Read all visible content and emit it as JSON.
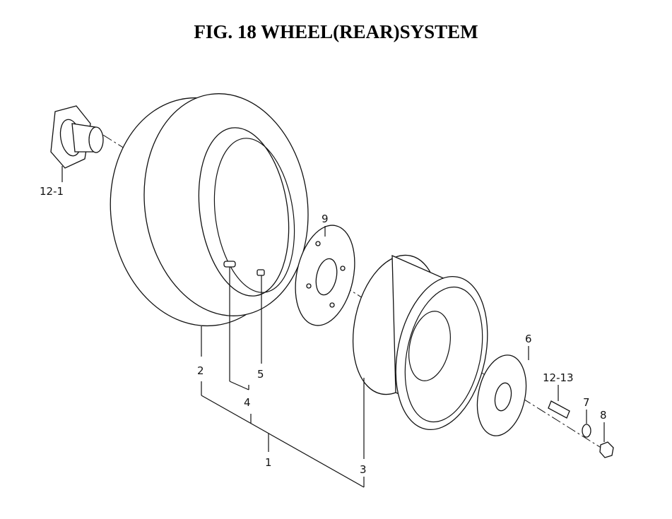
{
  "title": "FIG. 18  WHEEL(REAR)SYSTEM",
  "callouts": {
    "hub": "12-1",
    "plate_inner": "9",
    "tire": "2",
    "valve_cap": "5",
    "valve": "4",
    "wheel_assy": "1",
    "rim": "3",
    "plate_outer": "6",
    "stud_bolt": "12-13",
    "washer": "7",
    "nut": "8"
  }
}
